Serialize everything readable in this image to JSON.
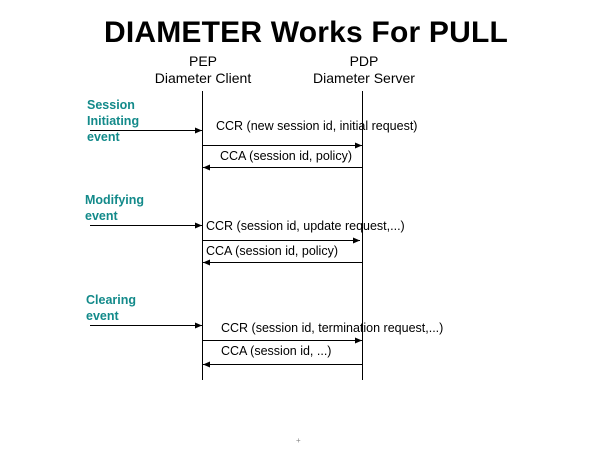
{
  "title": "DIAMETER Works For PULL",
  "actors": [
    {
      "role": "PEP",
      "name": "Diameter Client"
    },
    {
      "role": "PDP",
      "name": "Diameter Server"
    }
  ],
  "phases": [
    {
      "event_lines": [
        "Session",
        "Initiating",
        "event"
      ],
      "request": "CCR (new session id, initial request)",
      "answer": "CCA (session id, policy)"
    },
    {
      "event_lines": [
        "Modifying",
        "event"
      ],
      "request": "CCR (session id, update request,...)",
      "answer": "CCA (session id, policy)"
    },
    {
      "event_lines": [
        "Clearing",
        "event"
      ],
      "request": "CCR (session id, termination request,...)",
      "answer": "CCA (session id, ...)"
    }
  ],
  "footer_mark": "+",
  "colors": {
    "event_text": "#138a8a",
    "lines": "#000000"
  }
}
